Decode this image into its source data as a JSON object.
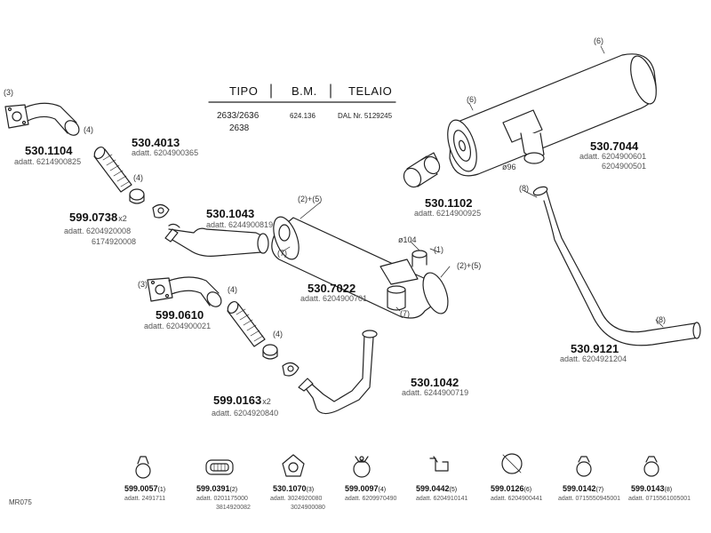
{
  "header": {
    "col_tipo": "TIPO",
    "col_bm": "B.M.",
    "col_telaio": "TELAIO",
    "tipo_1": "2633/2636",
    "tipo_2": "2638",
    "bm_1": "624.136",
    "telaio_1": "DAL Nr. 5129245"
  },
  "callouts": {
    "c3": "(3)",
    "c4": "(4)",
    "c6": "(6)",
    "c8": "(8)",
    "c2p5": "(2)+(5)",
    "c7": "(7)",
    "c1": "(1)",
    "d104": "ø104",
    "d96": "ø96"
  },
  "parts": [
    {
      "pn": "530.1104",
      "adatt": "adatt. 6214900825"
    },
    {
      "pn": "530.4013",
      "adatt": "adatt. 6204900365"
    },
    {
      "pn": "599.0738",
      "qty": "x2",
      "adatt": "adatt. 6204920008",
      "adatt2": "6174920008"
    },
    {
      "pn": "530.1043",
      "adatt": "adatt. 6244900819"
    },
    {
      "pn": "530.1102",
      "adatt": "adatt. 6214900925"
    },
    {
      "pn": "530.7044",
      "adatt": "adatt. 6204900601",
      "adatt2": "6204900501"
    },
    {
      "pn": "530.7022",
      "adatt": "adatt. 6204900701"
    },
    {
      "pn": "599.0610",
      "adatt": "adatt. 6204900021"
    },
    {
      "pn": "599.0163",
      "qty": "x2",
      "adatt": "adatt. 6204920840"
    },
    {
      "pn": "530.1042",
      "adatt": "adatt. 6244900719"
    },
    {
      "pn": "530.9121",
      "adatt": "adatt. 6204921204"
    }
  ],
  "bottom_parts": [
    {
      "pn": "599.0057",
      "idx": "(1)",
      "adatt": "adatt. 2491711"
    },
    {
      "pn": "599.0391",
      "idx": "(2)",
      "adatt": "adatt. 0201175000",
      "adatt2": "3814920082"
    },
    {
      "pn": "530.1070",
      "idx": "(3)",
      "adatt": "adatt. 3024920080",
      "adatt2": "3024900080"
    },
    {
      "pn": "599.0097",
      "idx": "(4)",
      "adatt": "adatt. 6209970490"
    },
    {
      "pn": "599.0442",
      "idx": "(5)",
      "adatt": "adatt. 6204910141"
    },
    {
      "pn": "599.0126",
      "idx": "(6)",
      "adatt": "adatt. 6204900441"
    },
    {
      "pn": "599.0142",
      "idx": "(7)",
      "adatt": "adatt. 0715550945001"
    },
    {
      "pn": "599.0143",
      "idx": "(8)",
      "adatt": "adatt. 0715561005001"
    }
  ],
  "drawing_code": "MR075"
}
